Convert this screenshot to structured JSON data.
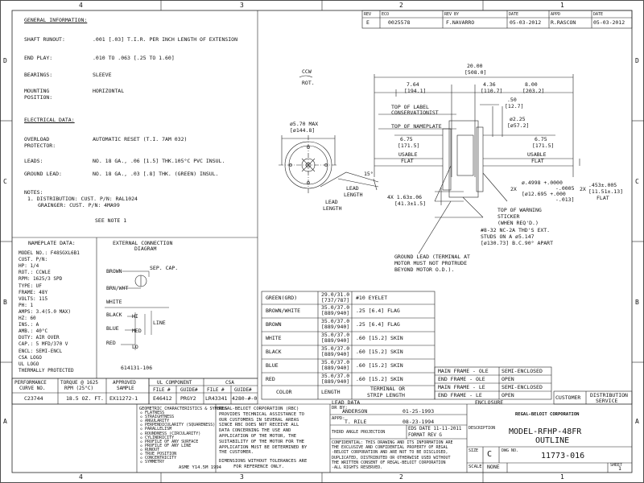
{
  "border": {
    "top_zones": [
      "4",
      "3",
      "2",
      "1"
    ],
    "bottom_zones": [
      "4",
      "3",
      "2",
      "1"
    ],
    "left_zones": [
      "D",
      "C",
      "B",
      "A"
    ],
    "right_zones": [
      "D",
      "C",
      "B",
      "A"
    ]
  },
  "revision_block": {
    "headers": [
      "REV",
      "ECO",
      "REV BY",
      "DATE",
      "APPD",
      "DATE"
    ],
    "row": [
      "E",
      "0025578",
      "F.NAVARRO",
      "05-03-2012",
      "R.RASCON",
      "05-03-2012"
    ]
  },
  "general_info": {
    "title": "GENERAL INFORMATION:",
    "rows": [
      {
        "label": "SHAFT RUNOUT:",
        "value": ".001 [.03] T.I.R. PER INCH LENGTH OF EXTENSION"
      },
      {
        "label": "END PLAY:",
        "value": ".010 TO .063 [.25 TO 1.60]"
      },
      {
        "label": "BEARINGS:",
        "value": "SLEEVE"
      },
      {
        "label": "MOUNTING",
        "label2": "POSITION:",
        "value": "HORIZONTAL"
      }
    ]
  },
  "electrical_data": {
    "title": "ELECTRICAL DATA:",
    "rows": [
      {
        "label": "OVERLOAD",
        "label2": "PROTECTOR:",
        "value": "AUTOMATIC RESET (T.I. 7AM 032)"
      },
      {
        "label": "LEADS:",
        "value": "NO. 18 GA., .06 [1.5] THK.105°C PVC INSUL."
      },
      {
        "label": "GROUND LEAD:",
        "value": "NO. 18 GA., .03 [.8] THK. (GREEN) INSUL."
      }
    ]
  },
  "notes": {
    "title": "NOTES:",
    "line1": "1. DISTRIBUTION: CUST. P/N: RAL1024",
    "line2": "GRAINGER: CUST. P/N: 4MA99",
    "see_note": "SEE NOTE 1"
  },
  "nameplate": {
    "title": "NAMEPLATE DATA:",
    "lines": [
      "MODEL NO.: F48SGXL6B1",
      "CUST. P/N:",
      "HP:  1/4",
      "ROT.: CCWLE",
      "RPM:  1625/3 SPD",
      "TYPE:  UF",
      "FRAME:  48Y",
      "VOLTS:  115",
      "PH:  1",
      "AMPS:  3.4(5.0 MAX)",
      "HZ:  60",
      "INS.:  A",
      "AMB.:  40°C",
      "DUTY:  AIR OVER",
      "CAP.:  5 MFD/370 V",
      "ENCL: SEMI-ENCL",
      "CSA LOGO",
      "UL LOGO",
      "THERMALLY PROTECTED"
    ]
  },
  "connection_diagram": {
    "title": "EXTERNAL CONNECTION",
    "title2": "DIAGRAM",
    "labels": [
      "BROWN",
      "BRN/WHT",
      "SEP. CAP.",
      "WHITE",
      "BLACK",
      "BLUE",
      "RED",
      "HI",
      "MED",
      "LO",
      "LINE"
    ],
    "number": "614131-106"
  },
  "performance": {
    "h1": "PERFORMANCE",
    "h1b": "CURVE NO.",
    "h2": "TORQUE @ 1625",
    "h2b": "RPM (25°C)",
    "h3": "APPROVED",
    "h3b": "SAMPLE",
    "row": [
      "C23744",
      "18.5 OZ. FT.",
      "EX11272-1"
    ]
  },
  "ul_csa": {
    "ul": "UL COMPONENT",
    "csa": "CSA",
    "sub": [
      "FILE #",
      "GUIDE#",
      "FILE #",
      "GUIDE#"
    ],
    "row": [
      "E46412",
      "PRGY2",
      "LR43341",
      "4280-#-0"
    ]
  },
  "gdt": {
    "title": "GEOMETRIC CHARACTERISTICS & SYMBOLS",
    "items": [
      "FLATNESS",
      "STRAIGHTNESS",
      "ANGULARITY",
      "PERPENDICULARITY (SQUARENESS)",
      "PARALLELISM",
      "ROUNDNESS (CIRCULARITY)",
      "CYLINDRICITY",
      "PROFILE OF ANY SURFACE",
      "PROFILE OF ANY LINE",
      "RUNOUT",
      "TRUE POSITION",
      "CONCENTRICITY",
      "SYMMETRY"
    ],
    "standard": "ASME Y14.5M 1994"
  },
  "disclaimer": {
    "lines": [
      "REGAL-BELOIT CORPORATION (RBC)",
      "PROVIDES TECHNICAL ASSISTANCE TO",
      "OUR CUSTOMERS IN SEVERAL AREAS",
      "SINCE RBC DOES NOT RECEIVE ALL",
      "DATA CONCERNING THE USE AND",
      "APPLICATION OF THE MOTOR, THE",
      "SUITABILITY OF THE MOTOR FOR THE",
      "APPLICATION MUST BE DETERMINED BY",
      "THE CUSTOMER."
    ],
    "dim_note": "DIMENSIONS WITHOUT TOLERANCES ARE",
    "dim_note2": "FOR REFERENCE ONLY."
  },
  "drawing_info": {
    "dr_by_label": "DR BY:",
    "dr_by": "ANDERSON",
    "dr_date": "01-25-1993",
    "appd_label": "APPD:",
    "appd": "T. RILE",
    "appd_date": "08-23-1994",
    "projection": "THIRD ANGLE PROJECTION",
    "eds_date": "EDS DATE   11-11-2011",
    "format_rev": "FORMAT REV   G",
    "confidential": [
      "CONFIDENTIAL: THIS DRAWING AND ITS INFORMATION ARE",
      "THE EXCLUSIVE AND CONFIDENTIAL PROPERTY OF REGAL",
      "-BELOIT CORPORATION AND ARE NOT TO BE DISCLOSED,",
      "DUPLICATED, DISTRIBUTED OR OTHERWISE USED WITHOUT",
      "THE WRITTEN CONSENT OF REGAL-BELOIT CORPORATION",
      "-ALL RIGHTS RESERVED."
    ]
  },
  "title_block": {
    "company": "REGAL-BELOIT CORPORATION",
    "desc_label": "DESCRIPTION",
    "title1": "MODEL-RFHP-48FR",
    "title2": "OUTLINE",
    "size_label": "SIZE",
    "size": "C",
    "dwg_label": "DWG NO.",
    "dwg_no": "11773-016",
    "scale_label": "SCALE",
    "scale": "NONE",
    "sheet_label": "SHEET",
    "sheet": "1"
  },
  "lead_table": {
    "rows": [
      {
        "color": "GREEN(GRD)",
        "length": "29.0/31.0",
        "length2": "[737/787]",
        "term": "#10 EYELET"
      },
      {
        "color": "BROWN/WHITE",
        "length": "35.0/37.0",
        "length2": "[889/940]",
        "term": ".25 [6.4] FLAG"
      },
      {
        "color": "BROWN",
        "length": "35.0/37.0",
        "length2": "[889/940]",
        "term": ".25 [6.4] FLAG"
      },
      {
        "color": "WHITE",
        "length": "35.0/37.0",
        "length2": "[889/940]",
        "term": ".60 [15.2] SKIN"
      },
      {
        "color": "BLACK",
        "length": "35.0/37.0",
        "length2": "[889/940]",
        "term": ".60 [15.2] SKIN"
      },
      {
        "color": "BLUE",
        "length": "35.0/37.0",
        "length2": "[889/940]",
        "term": ".60 [15.2] SKIN"
      },
      {
        "color": "RED",
        "length": "35.0/37.0",
        "length2": "[889/940]",
        "term": ".60 [15.2] SKIN"
      }
    ],
    "footer": {
      "color": "COLOR",
      "length": "LENGTH",
      "term": "TERMINAL OR",
      "term2": "STRIP LENGTH"
    },
    "caption": "LEAD DATA"
  },
  "enclosure": {
    "rows": [
      {
        "end": "MAIN FRAME - OLE",
        "type": "SEMI-ENCLOSED"
      },
      {
        "end": "END FRAME - OLE",
        "type": "OPEN"
      },
      {
        "end": "MAIN FRAME - LE",
        "type": "SEMI-ENCLOSED"
      },
      {
        "end": "END FRAME - LE",
        "type": "OPEN"
      }
    ],
    "caption": "ENCLOSURE",
    "customer": "CUSTOMER",
    "dist": "DISTRIBUTION",
    "service": "SERVICE"
  },
  "drawing_labels": {
    "ccw": "CCW",
    "rot": "ROT.",
    "d570": "ø5.70 MAX",
    "d570b": "[ø144.8]",
    "d2000": "20.00",
    "d2000b": "[508.0]",
    "d764": "7.64",
    "d764b": "[194.1]",
    "d436": "4.36",
    "d436b": "[110.7]",
    "d800": "8.00",
    "d800b": "[203.2]",
    "d050": ".50",
    "d050b": "[12.7]",
    "d225": "ø2.25",
    "d225b": "[ø57.2]",
    "d675l": "6.75",
    "d675lb": "[171.5]",
    "usable_l": "USABLE",
    "flat_l": "FLAT",
    "d675r": "6.75",
    "d675rb": "[171.5]",
    "usable_r": "USABLE",
    "flat_r": "FLAT",
    "label_top": "TOP OF LABEL",
    "label_top2": "CONSERVATIONIST",
    "nameplate_top": "TOP OF NAMEPLATE",
    "shaft_2x": "2X",
    "shaft_d1": "ø.4998 +.0000",
    "shaft_d1b": "-.0005",
    "shaft_d2": "[ø12.695 +.000",
    "shaft_d2b": "-.013]",
    "flat_2x": "2X",
    "flat_dim": ".453±.005",
    "flat_dimb": "[11.51±.13]",
    "flat_lbl": "FLAT",
    "deg15": "15°",
    "lead_len": "LEAD",
    "lead_len2": "LENGTH",
    "lead_len_b": "LEAD",
    "lead_len_b2": "LENGTH",
    "d163": "4X 1.63±.06",
    "d163b": "[41.3±1.5]",
    "warning": "TOP OF WARNING",
    "warning2": "STICKER",
    "warning3": "(WHEN REQ'D.)",
    "studs": "#8-32 NC-2A THD'S EXT.",
    "studs2": "STUDS ON A ø5.147",
    "studs3": "[ø130.73] B.C.90° APART",
    "ground": "GROUND LEAD (TERMINAL AT",
    "ground2": "MOTOR MUST NOT PROTRUDE",
    "ground3": "BEYOND MOTOR O.D.)."
  }
}
